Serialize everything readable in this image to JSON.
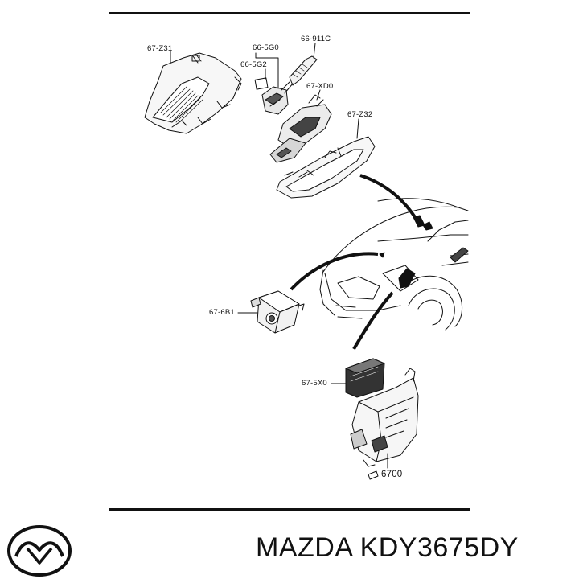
{
  "callouts": {
    "c_67z31": "67-Z31",
    "c_665g0": "66-5G0",
    "c_66911c": "66-911C",
    "c_665g2": "66-5G2",
    "c_67xd0": "67-XD0",
    "c_67z32": "67-Z32",
    "c_676b1": "67-6B1",
    "c_675x0": "67-5X0",
    "c_6700": "6700"
  },
  "footer": {
    "brand_text": "MAZDA KDY3675DY",
    "logo_icon": "mazda-logo-icon"
  },
  "colors": {
    "ink": "#111111",
    "background": "#ffffff"
  }
}
